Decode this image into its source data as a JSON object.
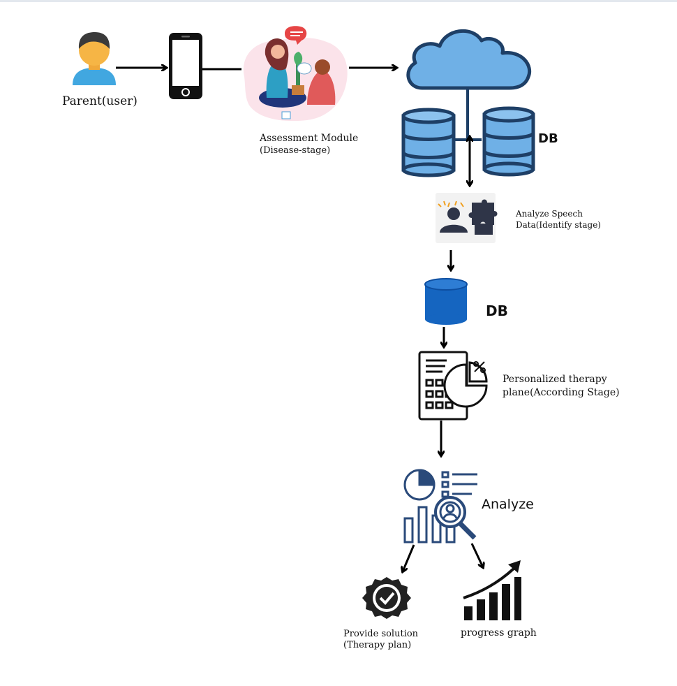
{
  "labels": {
    "parent": "Parent(user)",
    "assessment_title": "Assessment Module",
    "assessment_sub": "(Disease-stage)",
    "db_cloud": "DB",
    "analyze_speech_1": "Analyze Speech",
    "analyze_speech_2": "Data(Identify stage)",
    "db_single": "DB",
    "therapy_1": "Personalized therapy",
    "therapy_2": "plane(According Stage)",
    "analyze": "Analyze",
    "solution_1": "Provide solution",
    "solution_2": "(Therapy plan)",
    "progress": "progress graph"
  },
  "colors": {
    "cloud_fill": "#6fb0e6",
    "cloud_stroke": "#1e3f66",
    "db_blue": "#1565c0",
    "analyze_icon": "#2a4a7a",
    "skin": "#f6b545",
    "shirt": "#41a7e0"
  }
}
